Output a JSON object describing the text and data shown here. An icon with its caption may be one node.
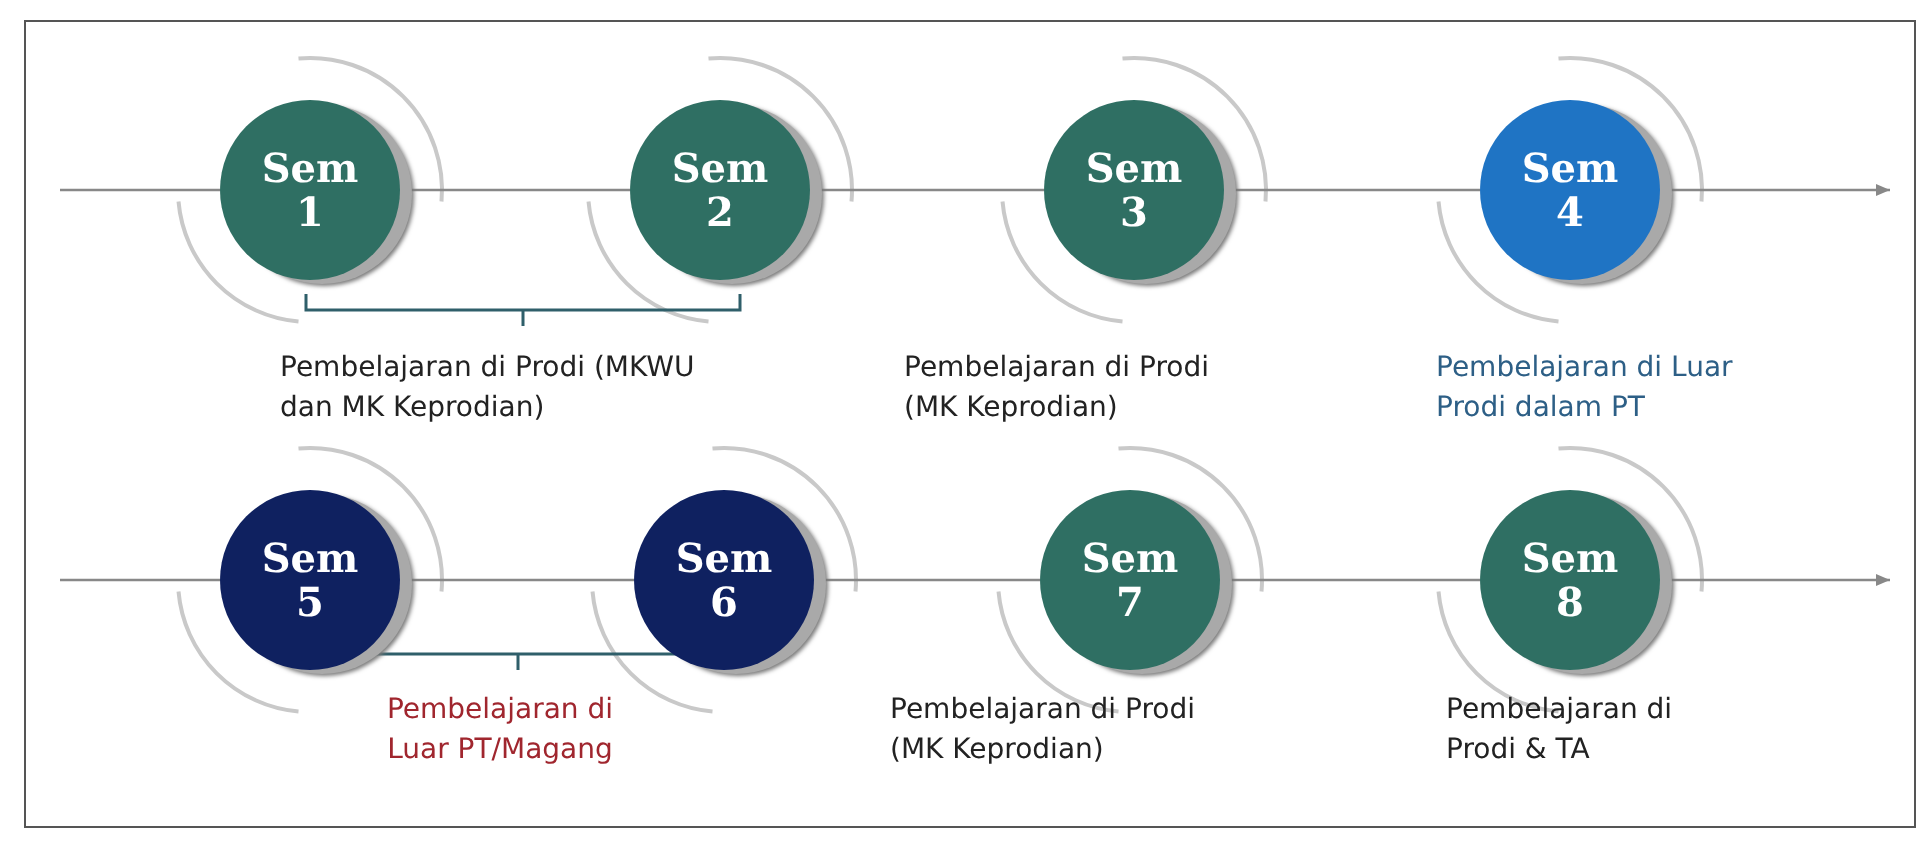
{
  "diagram": {
    "nodes": [
      {
        "text": [
          "Sem 1"
        ]
      },
      {
        "text": [
          "Sem 2"
        ]
      },
      {
        "text": [
          "Sem 3"
        ],
        "beside": [
          "Pembelajaran di Prodi (MK Keprodian)"
        ]
      },
      {
        "text": [
          "Sem 4"
        ],
        "beside": [
          "Pembelajaran di Luar Prodi dalam PT"
        ]
      },
      {
        "text": [
          "Sem 5"
        ]
      },
      {
        "text": [
          "Sem 6"
        ]
      },
      {
        "text": [
          "Sem 7"
        ],
        "beside": [
          "Pembelajaran di Prodi (MK Keprodian)"
        ]
      },
      {
        "text": [
          "Sem 8"
        ],
        "beside": [
          "Pembelajaran di Prodi & TA"
        ]
      }
    ],
    "edges": [
      {
        "from": null,
        "to": 0,
        "arrow": "none"
      },
      {
        "from": 0,
        "to": 1,
        "arrow": "none"
      },
      {
        "from": 1,
        "to": 2,
        "arrow": "none"
      },
      {
        "from": 2,
        "to": 3,
        "arrow": "none"
      },
      {
        "from": 3,
        "to": null,
        "arrow": "to"
      },
      {
        "from": null,
        "to": 4,
        "arrow": "none"
      },
      {
        "from": 4,
        "to": 5,
        "arrow": "none"
      },
      {
        "from": 5,
        "to": 6,
        "arrow": "none"
      },
      {
        "from": 6,
        "to": 7,
        "arrow": "none"
      },
      {
        "from": 7,
        "to": null,
        "arrow": "to"
      }
    ],
    "labels": [
      "Pembelajaran di Prodi (MKWU dan MK Keprodian)",
      "Pembelajaran di Luar PT/Magang"
    ]
  }
}
